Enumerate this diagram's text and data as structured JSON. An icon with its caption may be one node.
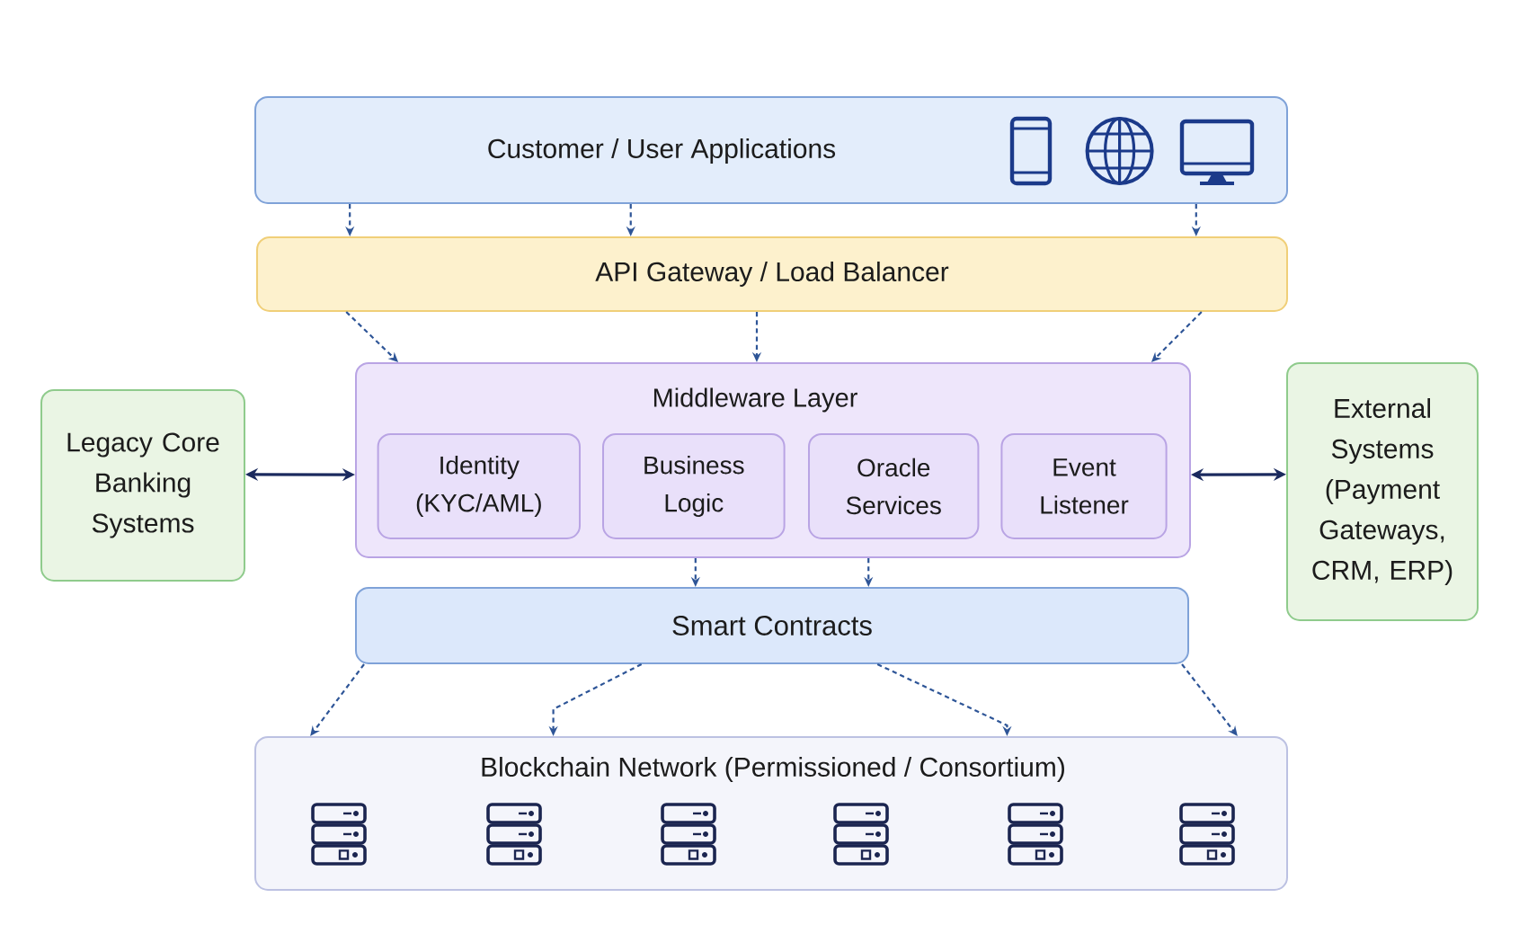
{
  "diagram": {
    "nodes": [
      {
        "text": [
          "Customer / User Applications"
        ]
      },
      {
        "text": [
          "API Gateway / Load Balancer"
        ]
      },
      {
        "text": [
          "Legacy Core Banking Systems"
        ]
      },
      {
        "text": [
          "Middleware Layer"
        ]
      },
      {
        "text": [
          "Identity (KYC/AML)"
        ],
        "in": 3
      },
      {
        "text": [
          "Business Logic"
        ],
        "in": 3
      },
      {
        "text": [
          "Oracle Services"
        ],
        "in": 3
      },
      {
        "text": [
          "Event Listener"
        ],
        "in": 3
      },
      {
        "text": [
          "External Systems (Payment Gateways, CRM, ERP)"
        ]
      },
      {
        "text": [
          "Smart Contracts"
        ]
      },
      {
        "text": [
          "Blockchain Network (Permissioned / Consortium)"
        ]
      }
    ],
    "edges": [
      {
        "from": 0,
        "to": 1,
        "arrow": "to",
        "style": "dashed"
      },
      {
        "from": 0,
        "to": 1,
        "arrow": "to",
        "style": "dashed"
      },
      {
        "from": 0,
        "to": 1,
        "arrow": "to",
        "style": "dashed"
      },
      {
        "from": 1,
        "to": 3,
        "arrow": "to",
        "style": "dashed"
      },
      {
        "from": 1,
        "to": 3,
        "arrow": "to",
        "style": "dashed"
      },
      {
        "from": 1,
        "to": 3,
        "arrow": "to",
        "style": "dashed"
      },
      {
        "from": 2,
        "to": 3,
        "arrow": "both",
        "color": "#1b2a5e"
      },
      {
        "from": 3,
        "to": 8,
        "arrow": "both",
        "color": "#1b2a5e"
      },
      {
        "from": 3,
        "to": 9,
        "arrow": "to",
        "style": "dashed"
      },
      {
        "from": 3,
        "to": 9,
        "arrow": "to",
        "style": "dashed"
      },
      {
        "from": 9,
        "to": 10,
        "arrow": "to",
        "style": "dashed"
      },
      {
        "from": 9,
        "to": 10,
        "arrow": "to",
        "style": "dashed"
      },
      {
        "from": 9,
        "to": 10,
        "arrow": "to",
        "style": "dashed"
      },
      {
        "from": 9,
        "to": 10,
        "arrow": "to",
        "style": "dashed"
      }
    ]
  }
}
